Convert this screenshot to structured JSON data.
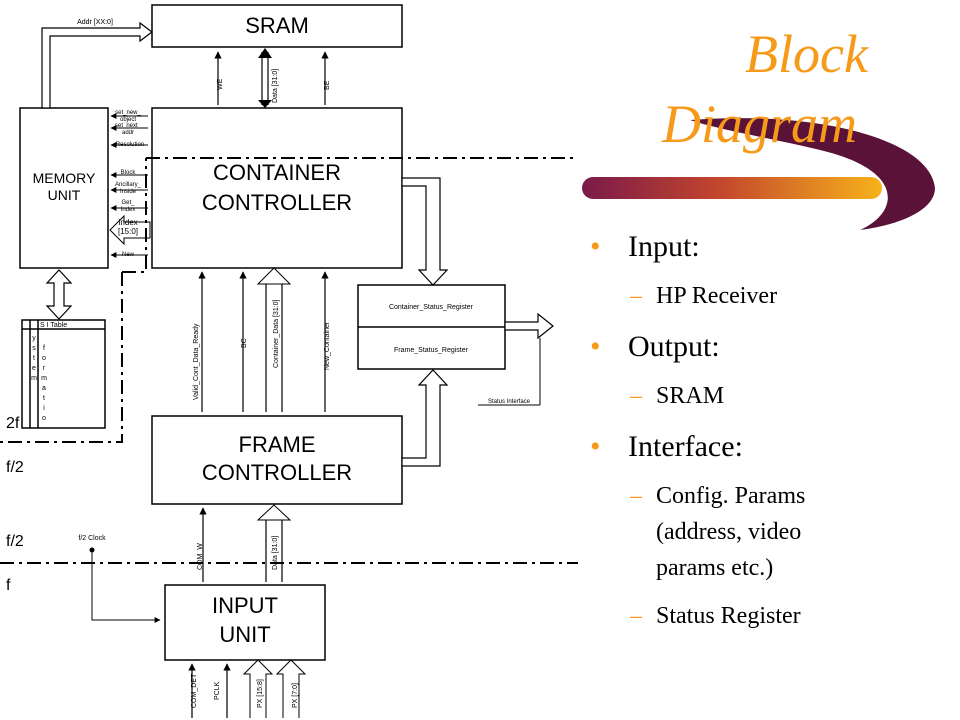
{
  "title": {
    "line1": "Block",
    "line2": "Diagram"
  },
  "bullets": [
    {
      "label": "Input:",
      "subs": [
        "HP Receiver"
      ]
    },
    {
      "label": "Output:",
      "subs": [
        "SRAM"
      ]
    },
    {
      "label": "Interface:",
      "subs": [
        "Config. Params",
        "(address, video",
        "params etc.)",
        "Status Register"
      ]
    }
  ],
  "diagram": {
    "sram": "SRAM",
    "memory_unit": [
      "MEMORY",
      "UNIT"
    ],
    "container_controller": [
      "CONTAINER",
      "CONTROLLER"
    ],
    "frame_controller": [
      "FRAME",
      "CONTROLLER"
    ],
    "input_unit": [
      "INPUT",
      "UNIT"
    ],
    "addr": "Addr [XX:0]",
    "we": "WE",
    "data_top": "Data [31:0]",
    "be": "BE",
    "mem_signals": [
      "set_new_",
      "object",
      "set_next_",
      "addr",
      "Resolution",
      "Block",
      "Ancillary_",
      "Inside",
      "Get_",
      "Index"
    ],
    "index": [
      "Index",
      "[15:0]"
    ],
    "new_sig": "New",
    "st_table": "S   I  Table",
    "system": [
      "y",
      "s",
      "t",
      "e",
      "m"
    ],
    "information": [
      "f",
      "o",
      "r",
      "m",
      "a",
      "t",
      "i",
      "o"
    ],
    "container_status": "Container_Status_Register",
    "frame_status": "Frame_Status_Register",
    "status_interface": "Status Interface",
    "mid_signals": [
      "Valid_Cont_Data_Ready",
      "BC",
      "Container_Data [31:0]",
      "New_Container"
    ],
    "clock_2f": "2f",
    "clock_f2a": "f/2",
    "clock_f2b": "f/2",
    "clock_f": "f",
    "f2_clock": "f/2 Clock",
    "com_w": "COM_W",
    "data_bottom": "Data [31:0]",
    "input_signals": [
      "COM_DET",
      "PCLK",
      "PX [15:8]",
      "PX [7:0]"
    ]
  }
}
